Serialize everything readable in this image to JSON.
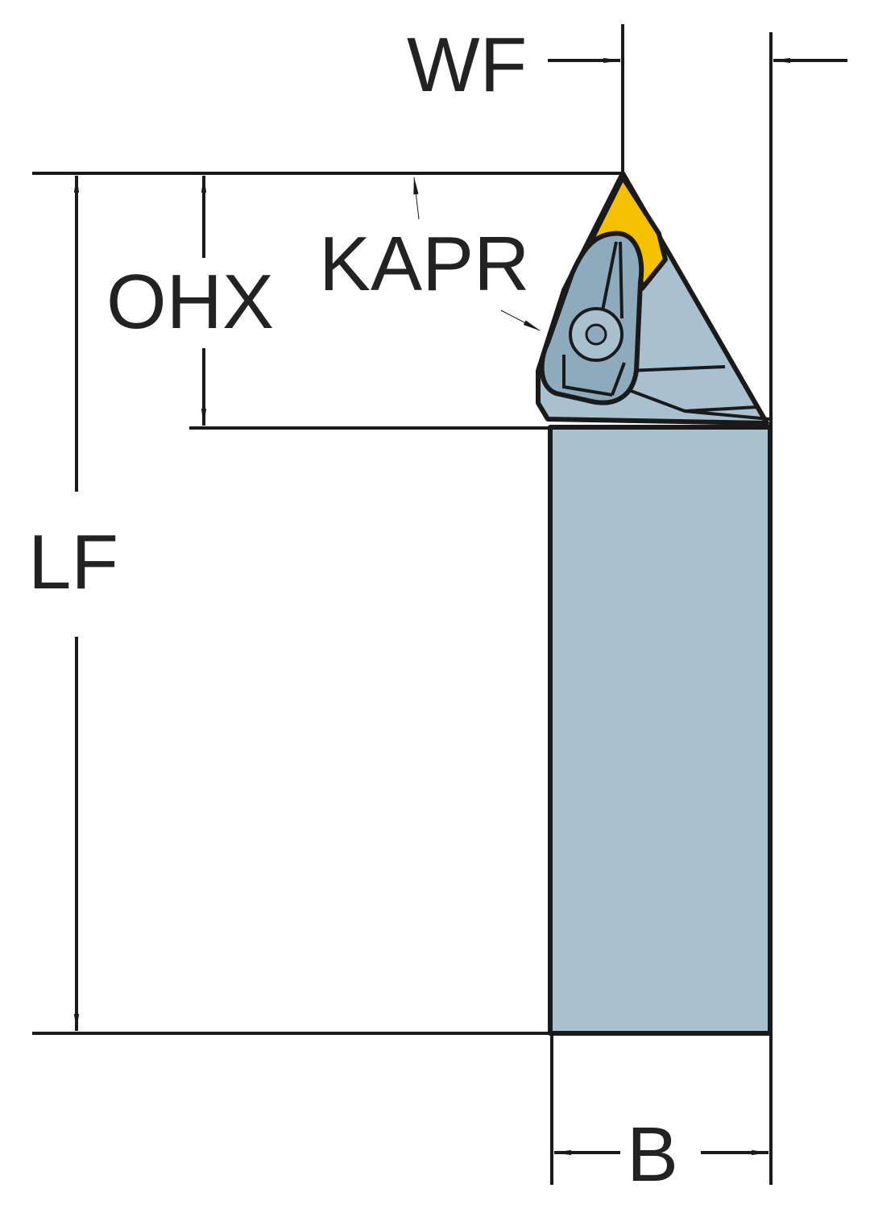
{
  "labels": {
    "wf": "WF",
    "kapr": "KAPR",
    "ohx": "OHX",
    "lf": "LF",
    "b": "B"
  },
  "colors": {
    "body": "#a9c1cf",
    "insert": "#f4c000",
    "clamp": "#8eaabd",
    "line": "#1a1a1a"
  }
}
